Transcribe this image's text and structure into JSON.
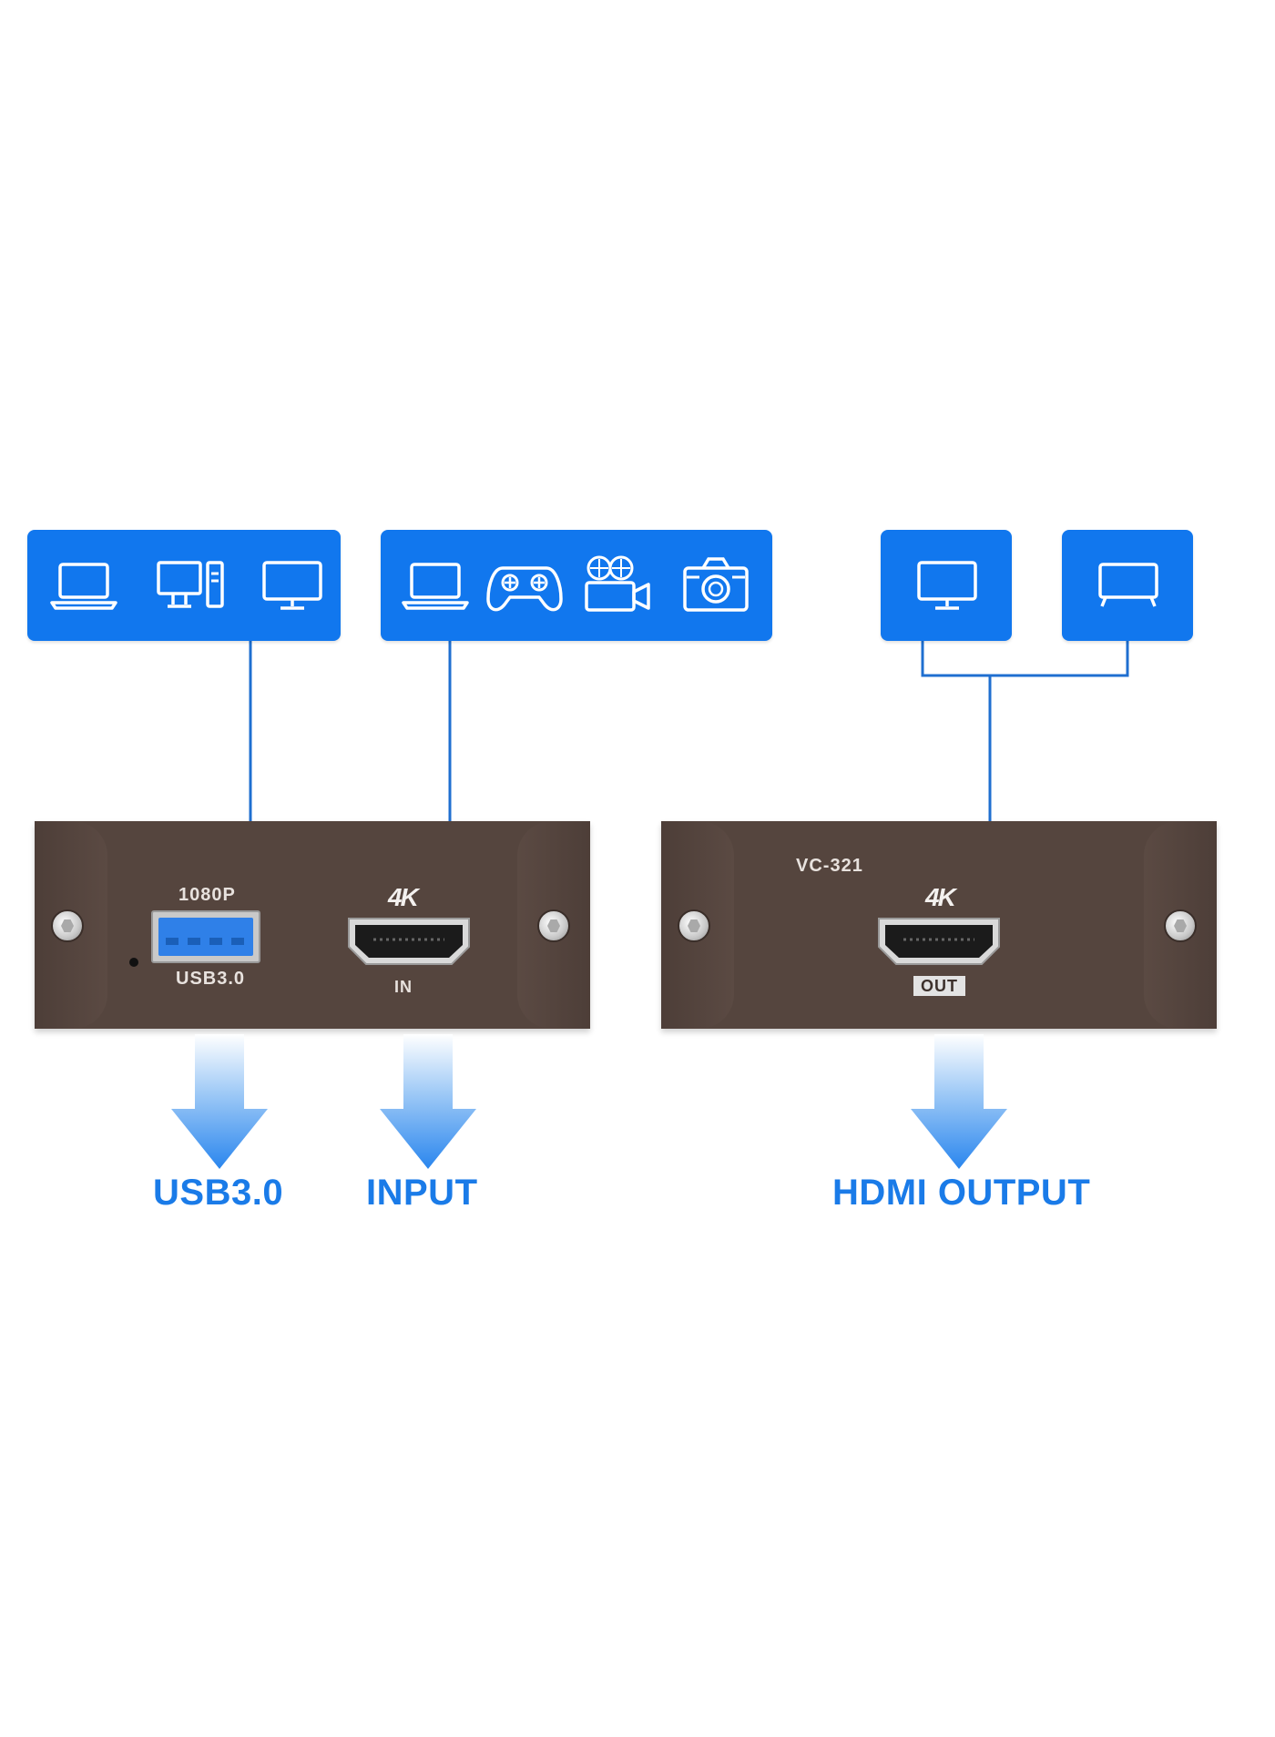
{
  "colors": {
    "accent": "#1177ee",
    "line": "#1f6fd0",
    "device": "#55453e",
    "label": "#1a7be8"
  },
  "boxes": {
    "usb_sources": [
      "laptop-icon",
      "desktop-pc-icon",
      "monitor-icon"
    ],
    "input_sources": [
      "laptop-icon",
      "gamepad-icon",
      "video-camera-icon",
      "camera-icon"
    ],
    "output_targets": [
      "monitor-icon",
      "tv-icon"
    ]
  },
  "input_device": {
    "usb_resolution": "1080P",
    "usb_port_label": "USB3.0",
    "hdmi_badge": "4K",
    "hdmi_port_label": "IN"
  },
  "output_device": {
    "model": "VC-321",
    "hdmi_badge": "4K",
    "hdmi_port_label": "OUT"
  },
  "labels": {
    "usb": "USB3.0",
    "input": "INPUT",
    "hdmi_output": "HDMI OUTPUT"
  }
}
